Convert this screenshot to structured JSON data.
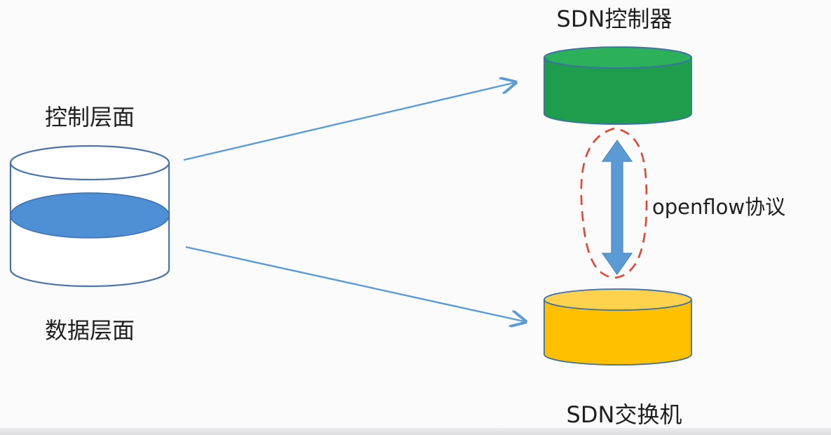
{
  "labels": {
    "control_plane": "控制层面",
    "data_plane": "数据层面",
    "controller": "SDN控制器",
    "switch": "SDN交换机",
    "protocol": "openflow协议"
  },
  "colors": {
    "arrow": "#5b9bd5",
    "controller": "#1e9e4c",
    "controller_top": "#2cb05a",
    "switch": "#ffc000",
    "switch_top": "#ffd24d",
    "plane_fill": "#4f8fd6",
    "highlight": "#e8432d"
  }
}
